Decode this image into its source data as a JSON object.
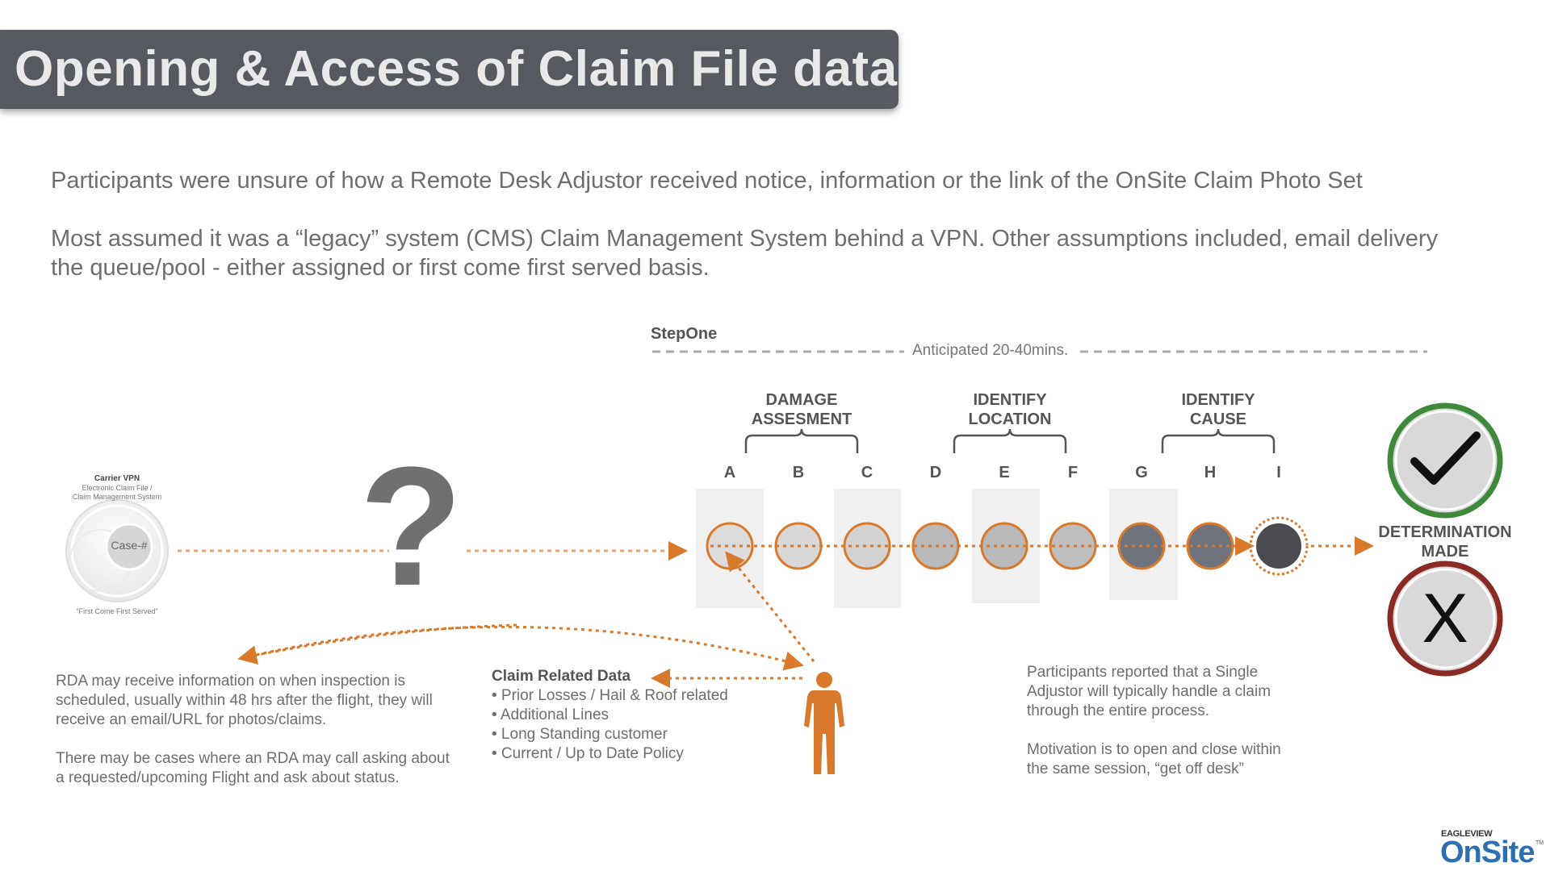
{
  "title": "Opening & Access of Claim File data",
  "intro": {
    "line1": "Participants were unsure of how a Remote Desk Adjustor received notice, information or the link of the OnSite Claim Photo Set",
    "line2a": "Most assumed it was a “legacy” system (CMS) Claim Management System behind a VPN. Other assumptions included, email delivery",
    "line2b": "the queue/pool - either assigned or first come first served basis."
  },
  "vpn": {
    "title": "Carrier VPN",
    "sub1": "Electronic Claim File /",
    "sub2": "Claim Management System",
    "case_label": "Case-#",
    "footer": "“First Come First Served”"
  },
  "unknown_mark": "?",
  "step": {
    "label": "StepOne",
    "duration": "Anticipated 20-40mins.",
    "groups": [
      {
        "line1": "DAMAGE",
        "line2": "ASSESMENT"
      },
      {
        "line1": "IDENTIFY",
        "line2": "LOCATION"
      },
      {
        "line1": "IDENTIFY",
        "line2": "CAUSE"
      }
    ],
    "letters": [
      "A",
      "B",
      "C",
      "D",
      "E",
      "F",
      "G",
      "H",
      "I"
    ]
  },
  "determination": {
    "line1": "DETERMINATION",
    "line2": "MADE",
    "reject_mark": "X"
  },
  "rda_note": {
    "p1_l1": "RDA may receive information on when inspection is",
    "p1_l2": "scheduled, usually within 48 hrs after the flight, they will",
    "p1_l3": "receive an email/URL for photos/claims.",
    "p2_l1": "There may be cases where an RDA may call asking about",
    "p2_l2": "a requested/upcoming Flight and ask about status."
  },
  "claim_data": {
    "title": "Claim Related Data",
    "items": [
      "• Prior Losses / Hail & Roof related",
      "• Additional Lines",
      "• Long Standing customer",
      "• Current / Up to Date Policy"
    ]
  },
  "participants_note": {
    "p1_l1": "Participants reported that a Single",
    "p1_l2": "Adjustor will typically handle a claim",
    "p1_l3": "through the entire process.",
    "p2_l1": "Motivation is to open and close within",
    "p2_l2": "the same session, “get off desk”"
  },
  "logo": {
    "brand": "EAGLEVIEW",
    "product": "OnSite",
    "tm": "TM"
  },
  "colors": {
    "accent": "#d9792c",
    "title_bar": "#555a61",
    "approve": "#3f8a3a",
    "reject": "#8a2a22"
  }
}
